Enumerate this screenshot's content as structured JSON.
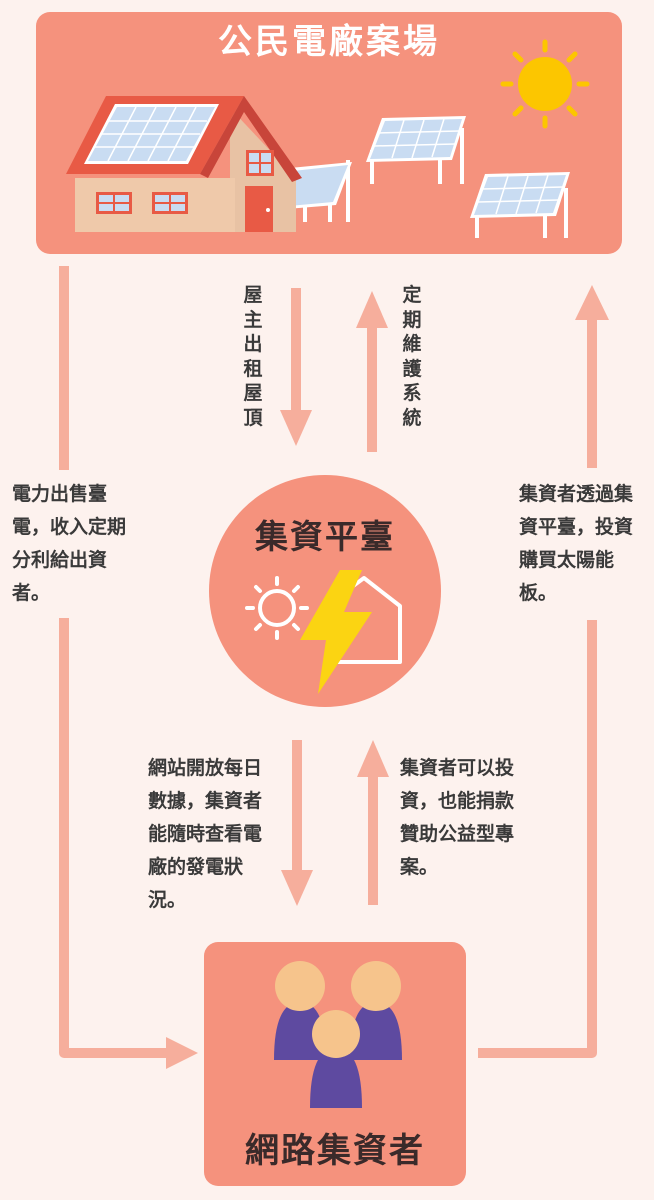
{
  "top_box": {
    "title": "公民電廠案場"
  },
  "center": {
    "title": "集資平臺"
  },
  "bottom_box": {
    "title": "網路集資者"
  },
  "arrows": {
    "rent_roof": "屋主出租屋頂",
    "maintain": "定期維護系統",
    "sell_power": "電力出售臺電，收入定期分利給出資者。",
    "invest": "集資者透過集資平臺，投資購買太陽能板。",
    "open_data": "網站開放每日數據，集資者能隨時查看電廠的發電狀況。",
    "donate": "集資者可以投資，也能捐款贊助公益型專案。"
  },
  "colors": {
    "background": "#fdf2ee",
    "box": "#f5927d",
    "arrow": "#f6ae9c",
    "sun": "#fcc600",
    "bolt": "#fbd412",
    "people_head": "#f6c48c",
    "people_body": "#5e4aa0"
  }
}
